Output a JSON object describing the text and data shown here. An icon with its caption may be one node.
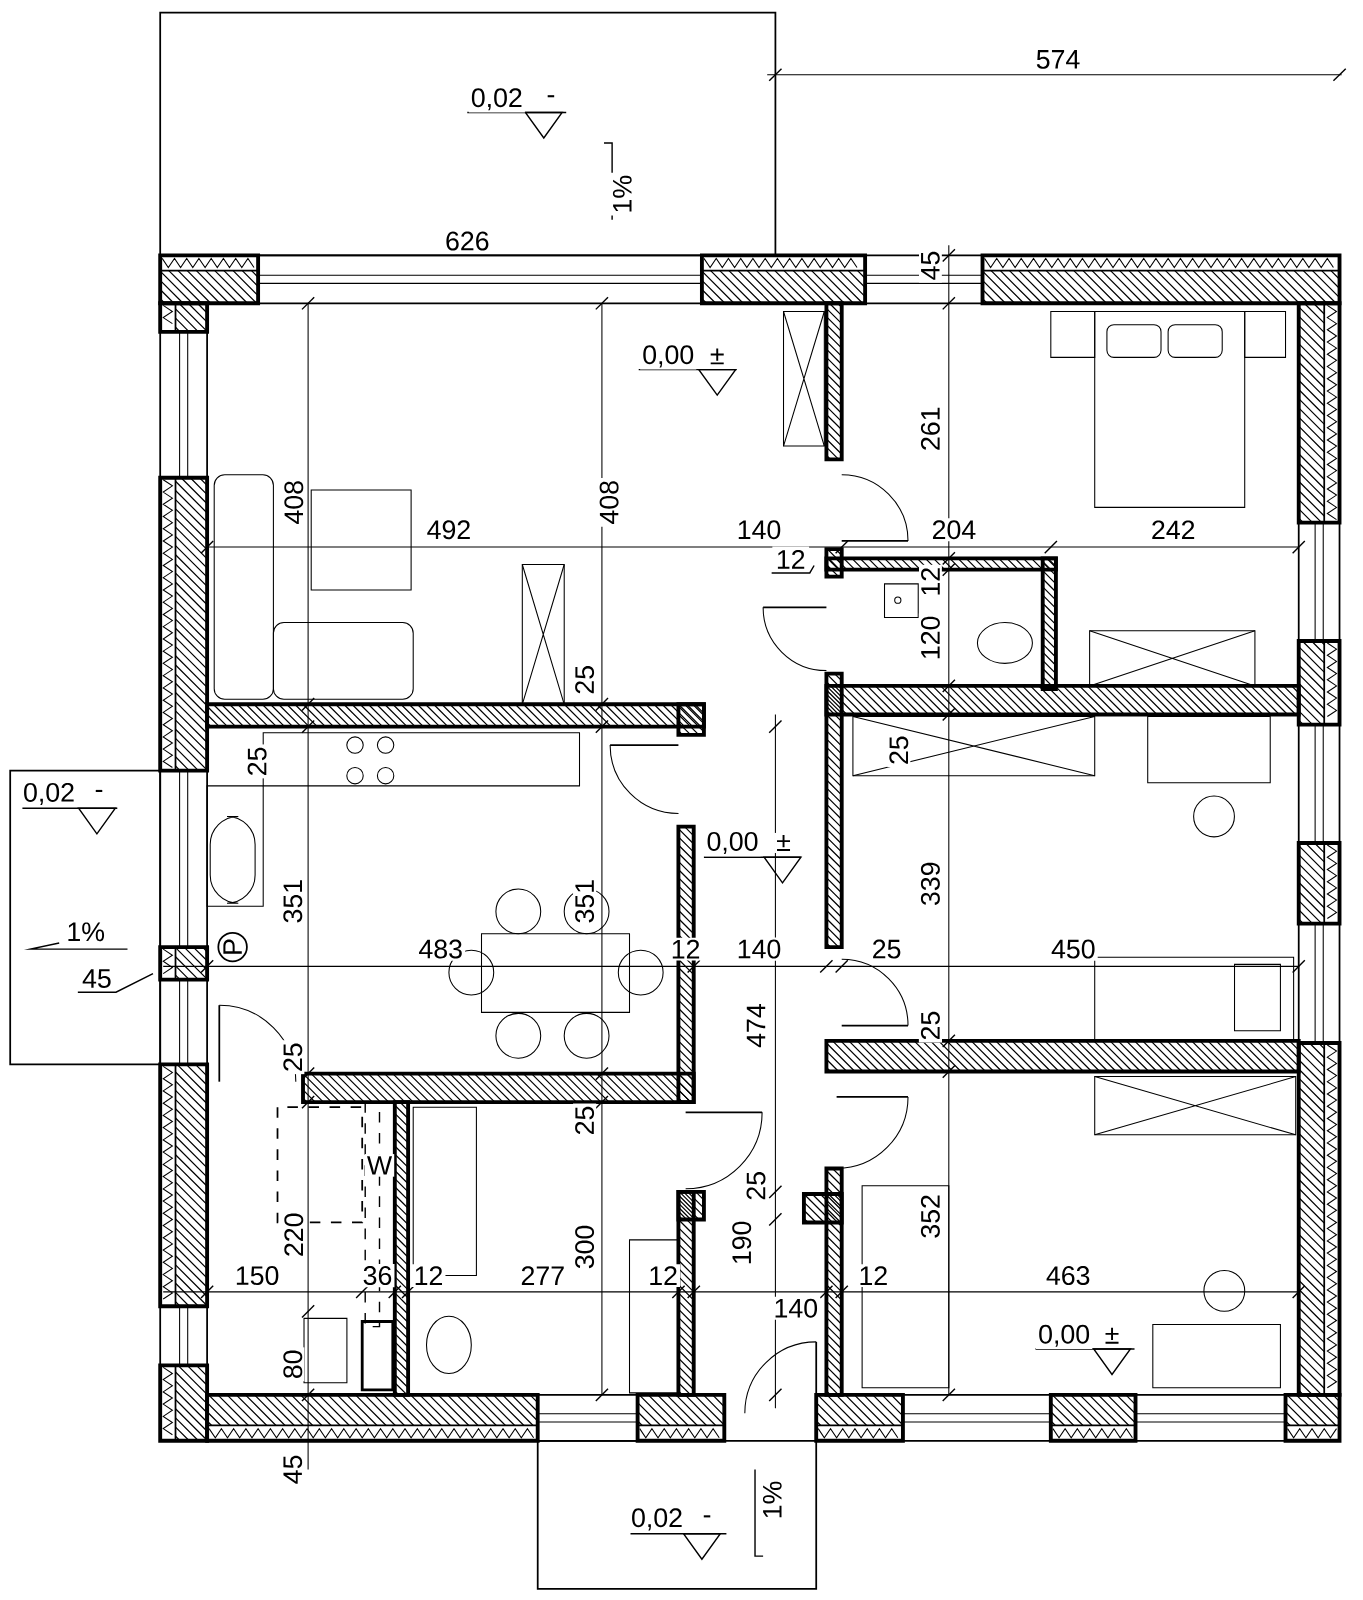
{
  "diagram": {
    "nodes": [
      {
        "text": [
          "12"
        ]
      },
      {
        "text": [
          "45"
        ]
      }
    ],
    "edges": [
      {
        "from": 0,
        "to": null,
        "arrow": "none"
      },
      {
        "from": 1,
        "to": null,
        "arrow": "none"
      }
    ],
    "labels": [
      "574",
      "0,02",
      "-",
      "1%",
      "626",
      "45",
      "0,00",
      "±",
      "261",
      "408",
      "492",
      "408",
      "140",
      "204",
      "242",
      "12",
      "120",
      "25",
      "25",
      "25",
      "0,02",
      "-",
      "0,00",
      "±",
      "351",
      "351",
      "339",
      "1%",
      "P",
      "483",
      "12",
      "140",
      "25",
      "450",
      "25",
      "474",
      "25",
      "25",
      "W",
      "220",
      "300",
      "190",
      "25",
      "352",
      "150",
      "36",
      "12",
      "277",
      "12",
      "12",
      "463",
      "140",
      "0,00",
      "±",
      "80",
      "45",
      "0,02",
      "-",
      "1%"
    ]
  }
}
